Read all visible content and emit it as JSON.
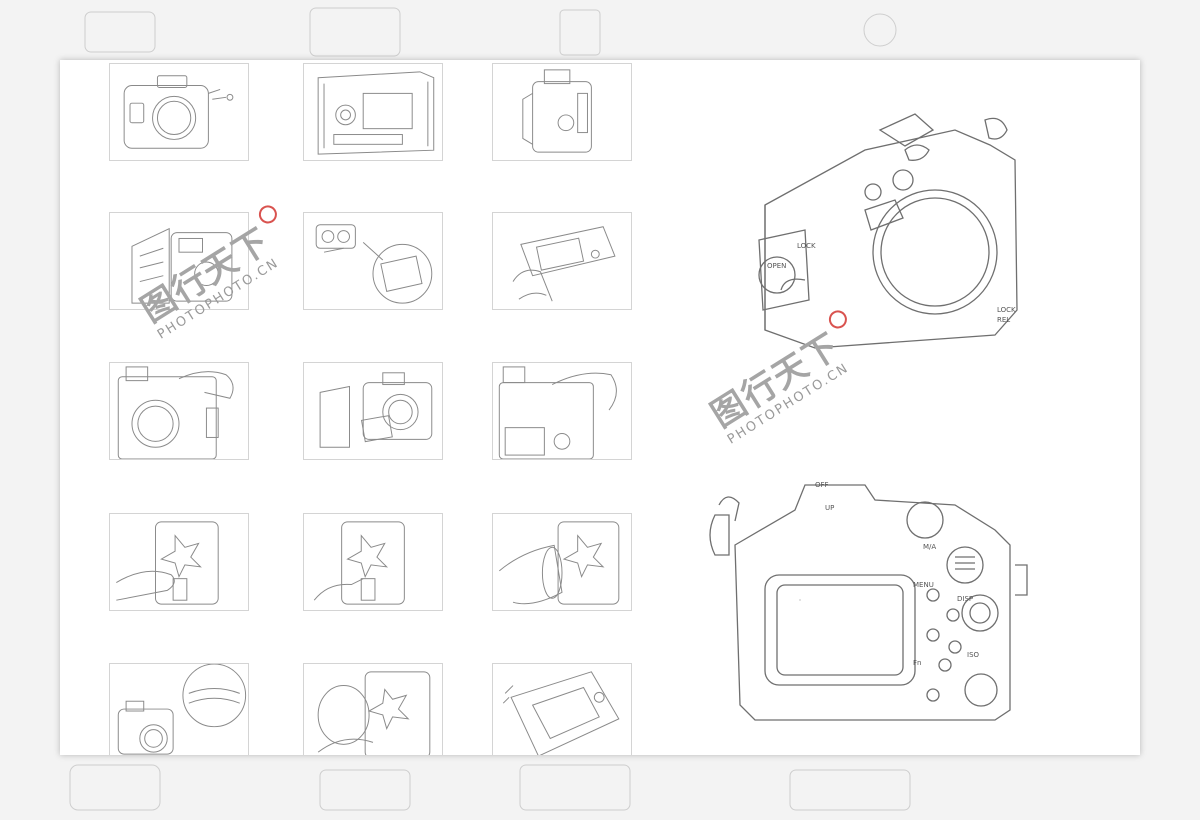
{
  "watermark": {
    "cn": "图行天下",
    "en": "PHOTOPHOTO.CN",
    "seal_color": "#d9534f"
  },
  "thumbnails": [
    {
      "row": 1,
      "col": 1,
      "subject": "camera-front-body"
    },
    {
      "row": 1,
      "col": 2,
      "subject": "housing-open-interior"
    },
    {
      "row": 1,
      "col": 3,
      "subject": "housing-side-view"
    },
    {
      "row": 2,
      "col": 1,
      "subject": "housing-back-open"
    },
    {
      "row": 2,
      "col": 2,
      "subject": "camera-insertion-detail"
    },
    {
      "row": 2,
      "col": 3,
      "subject": "hand-holding-camera-lcd"
    },
    {
      "row": 3,
      "col": 1,
      "subject": "hand-closing-latch"
    },
    {
      "row": 3,
      "col": 2,
      "subject": "housing-hinge-open"
    },
    {
      "row": 3,
      "col": 3,
      "subject": "hand-pressing-top-dial"
    },
    {
      "row": 4,
      "col": 1,
      "subject": "hand-front-lever"
    },
    {
      "row": 4,
      "col": 2,
      "subject": "hand-front-lever-2"
    },
    {
      "row": 4,
      "col": 3,
      "subject": "hand-side-grip"
    },
    {
      "row": 5,
      "col": 1,
      "subject": "housing-with-lens-port"
    },
    {
      "row": 5,
      "col": 2,
      "subject": "hand-holding-front"
    },
    {
      "row": 5,
      "col": 3,
      "subject": "housing-rear-tilted"
    }
  ],
  "front_view": {
    "labels": [
      "LOCK",
      "OPEN",
      "LOCK",
      "REL"
    ]
  },
  "back_view": {
    "labels": [
      "OFF",
      "UP",
      "M/A",
      "MENU",
      "DISP",
      "ISO",
      "Fn"
    ]
  }
}
